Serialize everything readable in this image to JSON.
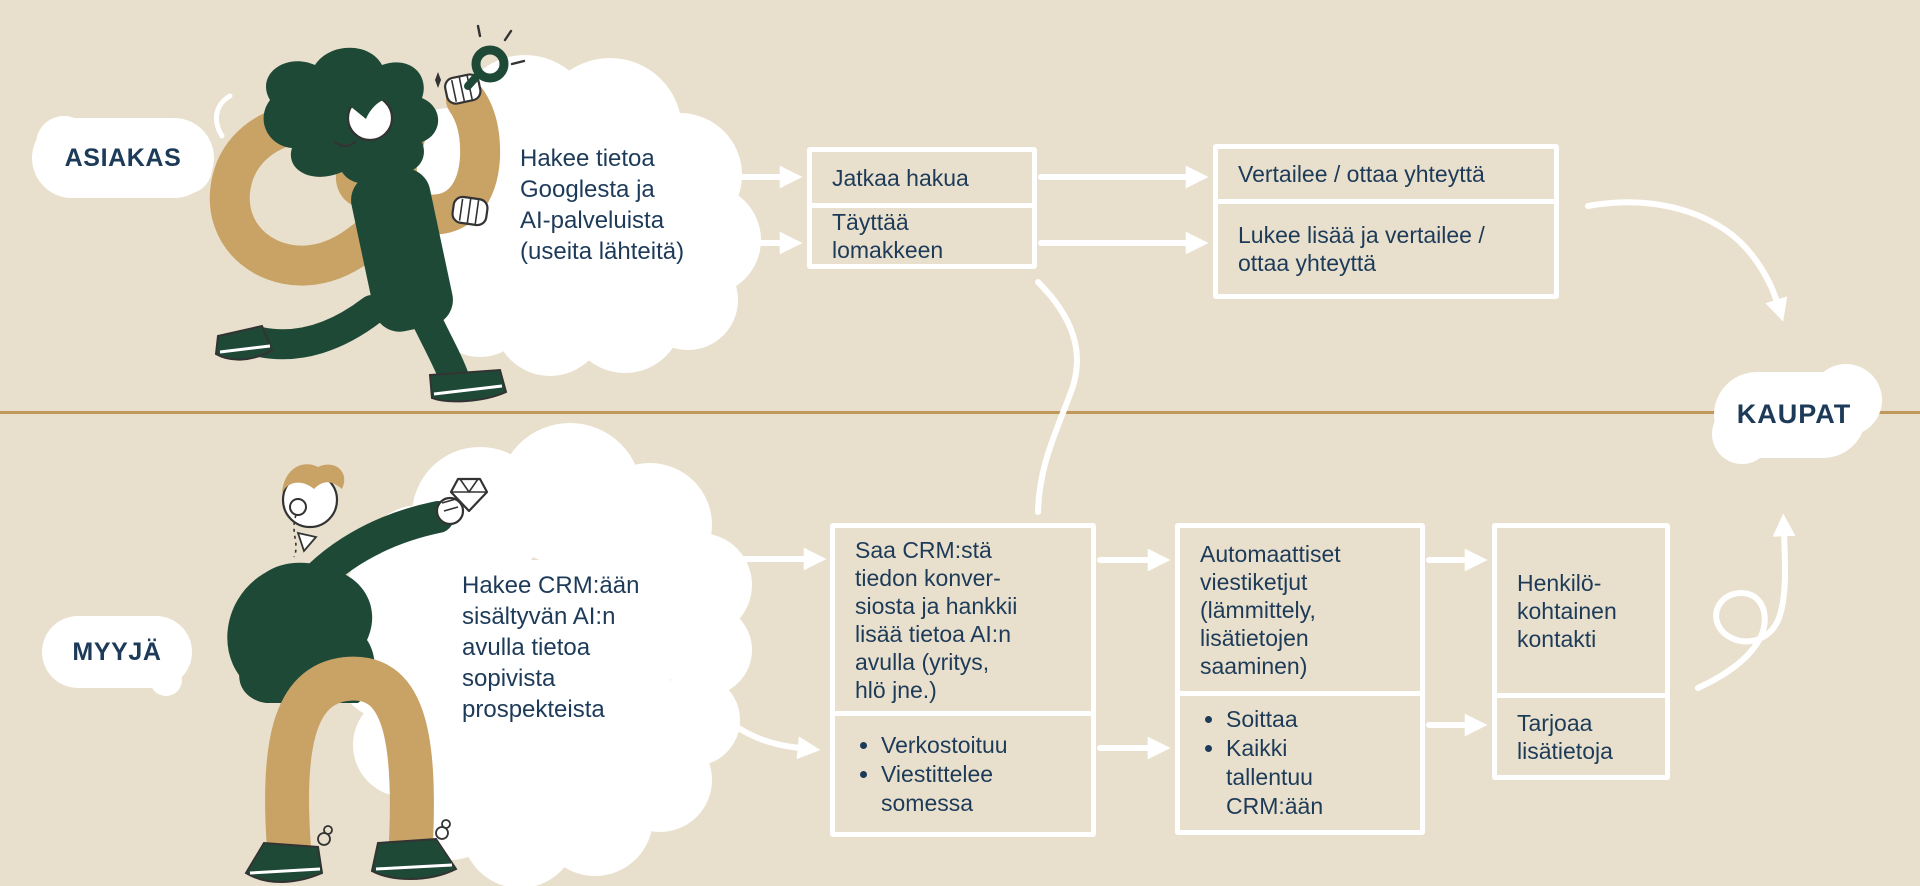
{
  "palette": {
    "background": "#E8E0CC",
    "text_navy": "#1D3B59",
    "dark_green": "#1E4937",
    "tan": "#C9A265",
    "divider_gold": "#C0985B",
    "white": "#FFFFFF"
  },
  "customer_lane": {
    "label": "ASIAKAS",
    "thought": "Hakee tietoa\nGooglesta ja\nAI-palveluista\n(useita lähteitä)",
    "box_continue_search": "Jatkaa hakua",
    "box_fill_form": "Täyttää lomakkeen",
    "box_compare_contact": "Vertailee / ottaa yhteyttä",
    "box_read_more": "Lukee lisää ja vertailee /\nottaa yhteyttä"
  },
  "seller_lane": {
    "label": "MYYJÄ",
    "thought": "Hakee CRM:ään\nsisältyvän AI:n\navulla tietoa\nsopivista\nprospekteista",
    "box_crm_insight": "Saa CRM:stä\ntiedon konver-\nsiosta ja hankkii\nlisää tietoa AI:n\navulla (yritys,\nhlö jne.)",
    "box_networking_items": [
      "Verkostoituu",
      "Viestittelee somessa"
    ],
    "box_auto_sequences": "Automaattiset\nviestiketjut\n(lämmittely,\nlisätietojen\nsaaminen)",
    "box_calls_items": [
      "Soittaa",
      "Kaikki tallentuu CRM:ään"
    ],
    "box_personal_contact": "Henkilö-\nkohtainen\nkontakti",
    "box_offer_info": "Tarjoaa\nlisätietoja"
  },
  "outcome": {
    "label": "KAUPAT"
  },
  "icons": {
    "customer_illustration": "person-running-with-magnifying-glass",
    "seller_illustration": "person-holding-diamond",
    "magnifier": "magnifying-glass-icon",
    "diamond": "diamond-icon"
  }
}
